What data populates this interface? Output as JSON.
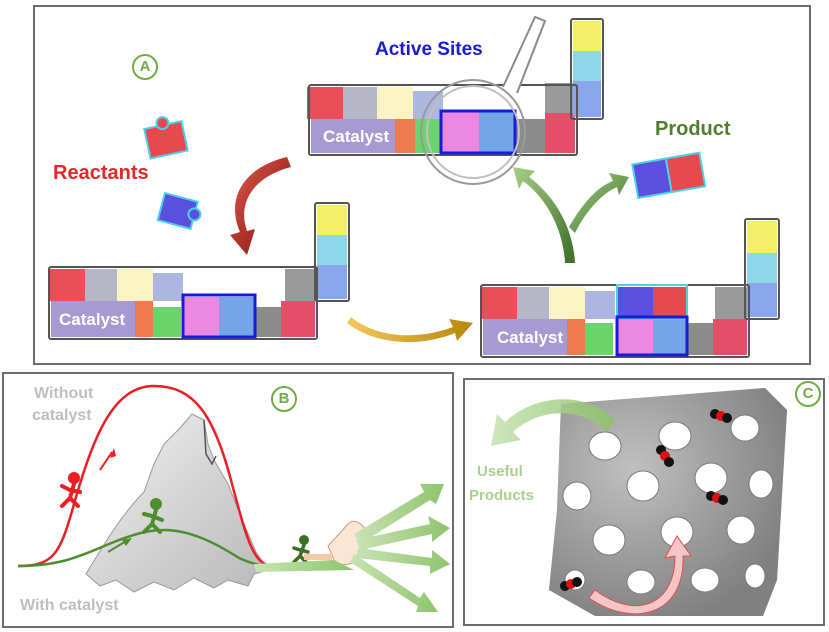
{
  "panel_a": {
    "badge": "A",
    "active_sites": "Active Sites",
    "reactants": "Reactants",
    "product": "Product",
    "catalyst_top": "Catalyst",
    "catalyst_left": "Catalyst",
    "catalyst_right": "Catalyst"
  },
  "panel_b": {
    "badge": "B",
    "without_catalyst_line1": "Without",
    "without_catalyst_line2": "catalyst",
    "with_catalyst": "With catalyst"
  },
  "panel_c": {
    "badge": "C",
    "useful_line1": "Useful",
    "useful_line2": "Products"
  },
  "colors": {
    "reactants": "#e8262a",
    "active_sites": "#1a1adb",
    "product": "#4e7e2e",
    "badge": "#70ad47",
    "label_grey": "#bfbfbf",
    "curve_red": "#ee1c24",
    "curve_green": "#4e8e2e"
  }
}
